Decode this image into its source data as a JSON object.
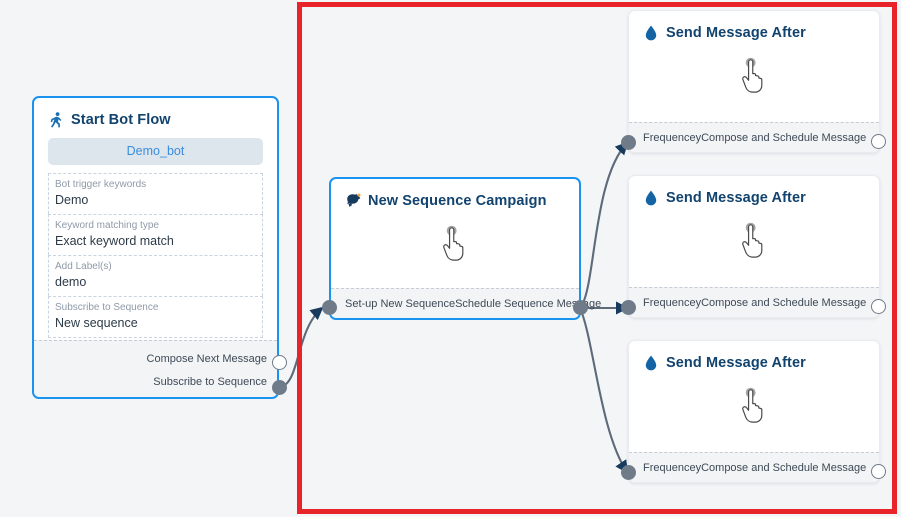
{
  "canvas": {
    "background_color": "#f4f5f7",
    "selection_rect": {
      "color": "#e8242a",
      "name": "selection-highlight"
    }
  },
  "nodes": [
    {
      "id": "start-bot-flow",
      "title": "Start Bot Flow",
      "icon": "running-person-icon",
      "accent_color": "#1a93f0",
      "bot_pill_label": "Demo_bot",
      "fields": [
        {
          "label": "Bot trigger keywords",
          "value": "Demo"
        },
        {
          "label": "Keyword matching type",
          "value": "Exact keyword match"
        },
        {
          "label": "Add Label(s)",
          "value": "demo"
        },
        {
          "label": "Subscribe to Sequence",
          "value": "New sequence"
        }
      ],
      "footer_rows": [
        {
          "label": "Compose Next Message",
          "port": "hollow"
        },
        {
          "label": "Subscribe to Sequence",
          "port": "filled"
        }
      ]
    },
    {
      "id": "new-sequence-campaign",
      "title": "New Sequence Campaign",
      "icon": "megaphone-icon",
      "accent_color": "#1a93f0",
      "body_icon": "pointing-hand-cursor-icon",
      "footer_left_label": "Set-up New Sequence",
      "footer_right_label": "Schedule Sequence Message",
      "input_port": "filled",
      "output_port": "filled"
    },
    {
      "id": "send-message-after-1",
      "title": "Send Message After",
      "icon": "water-drop-icon",
      "body_icon": "pointing-hand-cursor-icon",
      "footer_left_label": "Frequencey",
      "footer_right_label": "Compose and Schedule Message",
      "input_port": "filled",
      "output_port": "hollow"
    },
    {
      "id": "send-message-after-2",
      "title": "Send Message After",
      "icon": "water-drop-icon",
      "body_icon": "pointing-hand-cursor-icon",
      "footer_left_label": "Frequencey",
      "footer_right_label": "Compose and Schedule Message",
      "input_port": "filled",
      "output_port": "hollow"
    },
    {
      "id": "send-message-after-3",
      "title": "Send Message After",
      "icon": "water-drop-icon",
      "body_icon": "pointing-hand-cursor-icon",
      "footer_left_label": "Frequencey",
      "footer_right_label": "Compose and Schedule Message",
      "input_port": "filled",
      "output_port": "hollow"
    }
  ],
  "edges": [
    {
      "name": "edge-start-to-campaign",
      "from": "start-bot-flow.subscribe-to-sequence",
      "to": "new-sequence-campaign.input"
    },
    {
      "name": "edge-campaign-to-message-1",
      "from": "new-sequence-campaign.output",
      "to": "send-message-after-1.input"
    },
    {
      "name": "edge-campaign-to-message-2",
      "from": "new-sequence-campaign.output",
      "to": "send-message-after-2.input"
    },
    {
      "name": "edge-campaign-to-message-3",
      "from": "new-sequence-campaign.output",
      "to": "send-message-after-3.input"
    }
  ],
  "colors": {
    "edge": "#5c6a7a",
    "port": "#6f7b89",
    "node_border_selected": "#1a93f0",
    "title": "#11436e",
    "drop_icon": "#1464a5"
  }
}
